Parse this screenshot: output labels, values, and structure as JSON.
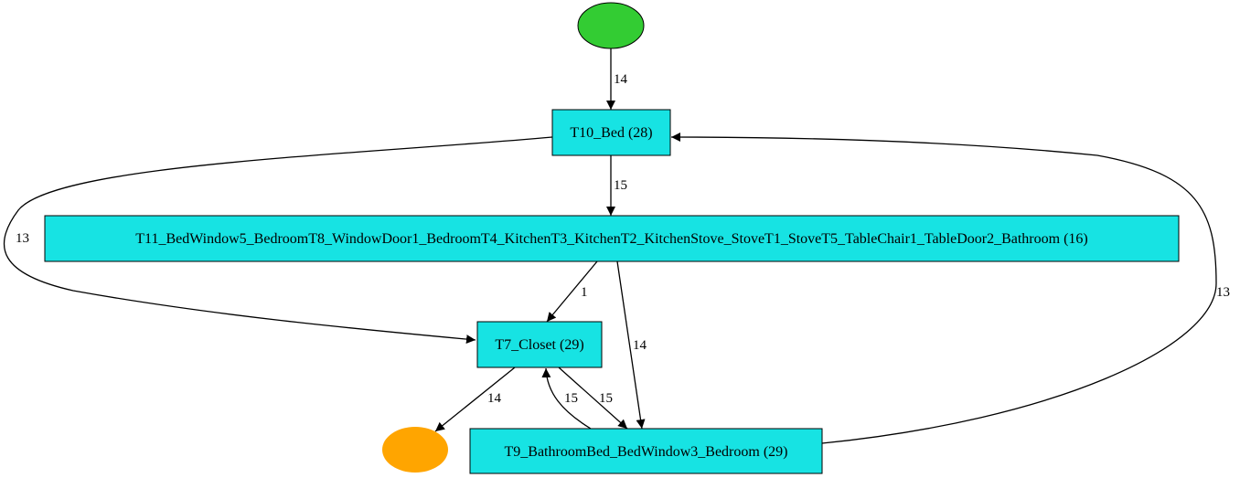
{
  "colors": {
    "start": "#33cc33",
    "end": "#ffa500",
    "activity": "#17e3e3",
    "stroke": "#000000"
  },
  "nodes": {
    "start": {
      "label": ""
    },
    "end": {
      "label": ""
    },
    "t10": {
      "label": "T10_Bed (28)"
    },
    "t11": {
      "label": "T11_BedWindow5_BedroomT8_WindowDoor1_BedroomT4_KitchenT3_KitchenT2_KitchenStove_StoveT1_StoveT5_TableChair1_TableDoor2_Bathroom (16)"
    },
    "t7": {
      "label": "T7_Closet (29)"
    },
    "t9": {
      "label": "T9_BathroomBed_BedWindow3_Bedroom (29)"
    }
  },
  "edges": {
    "start_t10": {
      "label": "14"
    },
    "t10_t11": {
      "label": "15"
    },
    "t10_t7": {
      "label": "13"
    },
    "t11_t7": {
      "label": "1"
    },
    "t11_t9": {
      "label": "14"
    },
    "t7_end": {
      "label": "14"
    },
    "t7_t9": {
      "label": "15"
    },
    "t9_t7": {
      "label": "15"
    },
    "t9_t10": {
      "label": "13"
    }
  }
}
